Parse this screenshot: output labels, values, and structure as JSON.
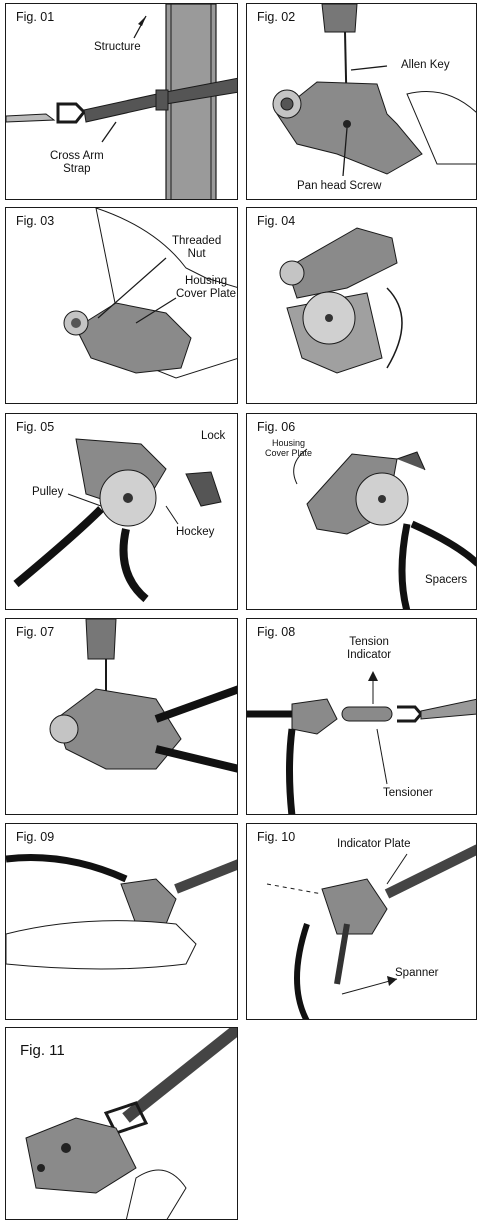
{
  "figures": [
    {
      "id": "Fig. 01",
      "labels": {
        "structure": "Structure",
        "strap": "Cross Arm\nStrap"
      }
    },
    {
      "id": "Fig. 02",
      "labels": {
        "allen_key": "Allen Key",
        "pan_head_screw": "Pan head Screw"
      }
    },
    {
      "id": "Fig. 03",
      "labels": {
        "threaded_nut": "Threaded\nNut",
        "housing_cover_plate": "Housing\nCover Plate"
      }
    },
    {
      "id": "Fig. 04",
      "labels": {}
    },
    {
      "id": "Fig. 05",
      "labels": {
        "lock": "Lock",
        "pulley": "Pulley",
        "hockey": "Hockey"
      }
    },
    {
      "id": "Fig. 06",
      "labels": {
        "housing_cover_plate": "Housing\nCover Plate",
        "spacers": "Spacers"
      }
    },
    {
      "id": "Fig. 07",
      "labels": {}
    },
    {
      "id": "Fig. 08",
      "labels": {
        "tension_indicator": "Tension\nIndicator",
        "tensioner": "Tensioner"
      }
    },
    {
      "id": "Fig. 09",
      "labels": {}
    },
    {
      "id": "Fig. 10",
      "labels": {
        "indicator_plate": "Indicator Plate",
        "spanner": "Spanner"
      }
    },
    {
      "id": "Fig. 11",
      "labels": {}
    }
  ],
  "colors": {
    "outline": "#1a1a1a",
    "metal": "#8a8a8a",
    "metal_light": "#c4c4c4",
    "strap": "#555555",
    "structure": "#9a9a9a",
    "rope": "#111111"
  }
}
